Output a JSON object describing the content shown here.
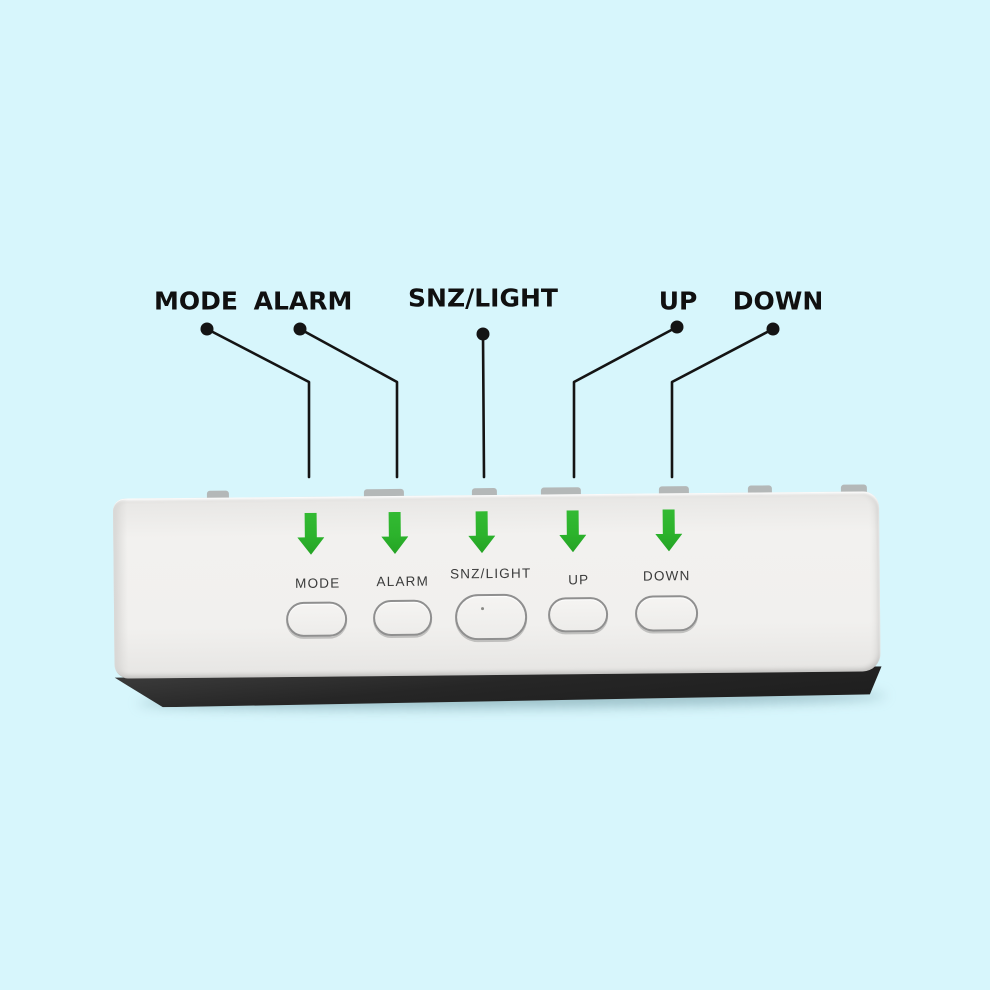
{
  "callouts": [
    {
      "label": "MODE"
    },
    {
      "label": "ALARM"
    },
    {
      "label": "SNZ/LIGHT"
    },
    {
      "label": "UP"
    },
    {
      "label": "DOWN"
    }
  ],
  "device": {
    "buttons": [
      {
        "label": "MODE"
      },
      {
        "label": "ALARM"
      },
      {
        "label": "SNZ/LIGHT"
      },
      {
        "label": "UP"
      },
      {
        "label": "DOWN"
      }
    ],
    "arrow_icon": "down-arrow-icon"
  },
  "colors": {
    "background": "#d7f6fc",
    "arrow_green": "#2cb32c",
    "callout_text": "#101010",
    "leader_line": "#141414",
    "device_face": "#f1f0ee",
    "device_base": "#1d1d1d",
    "button_stroke": "#8f8f8f",
    "button_label": "#3b3b3b"
  }
}
